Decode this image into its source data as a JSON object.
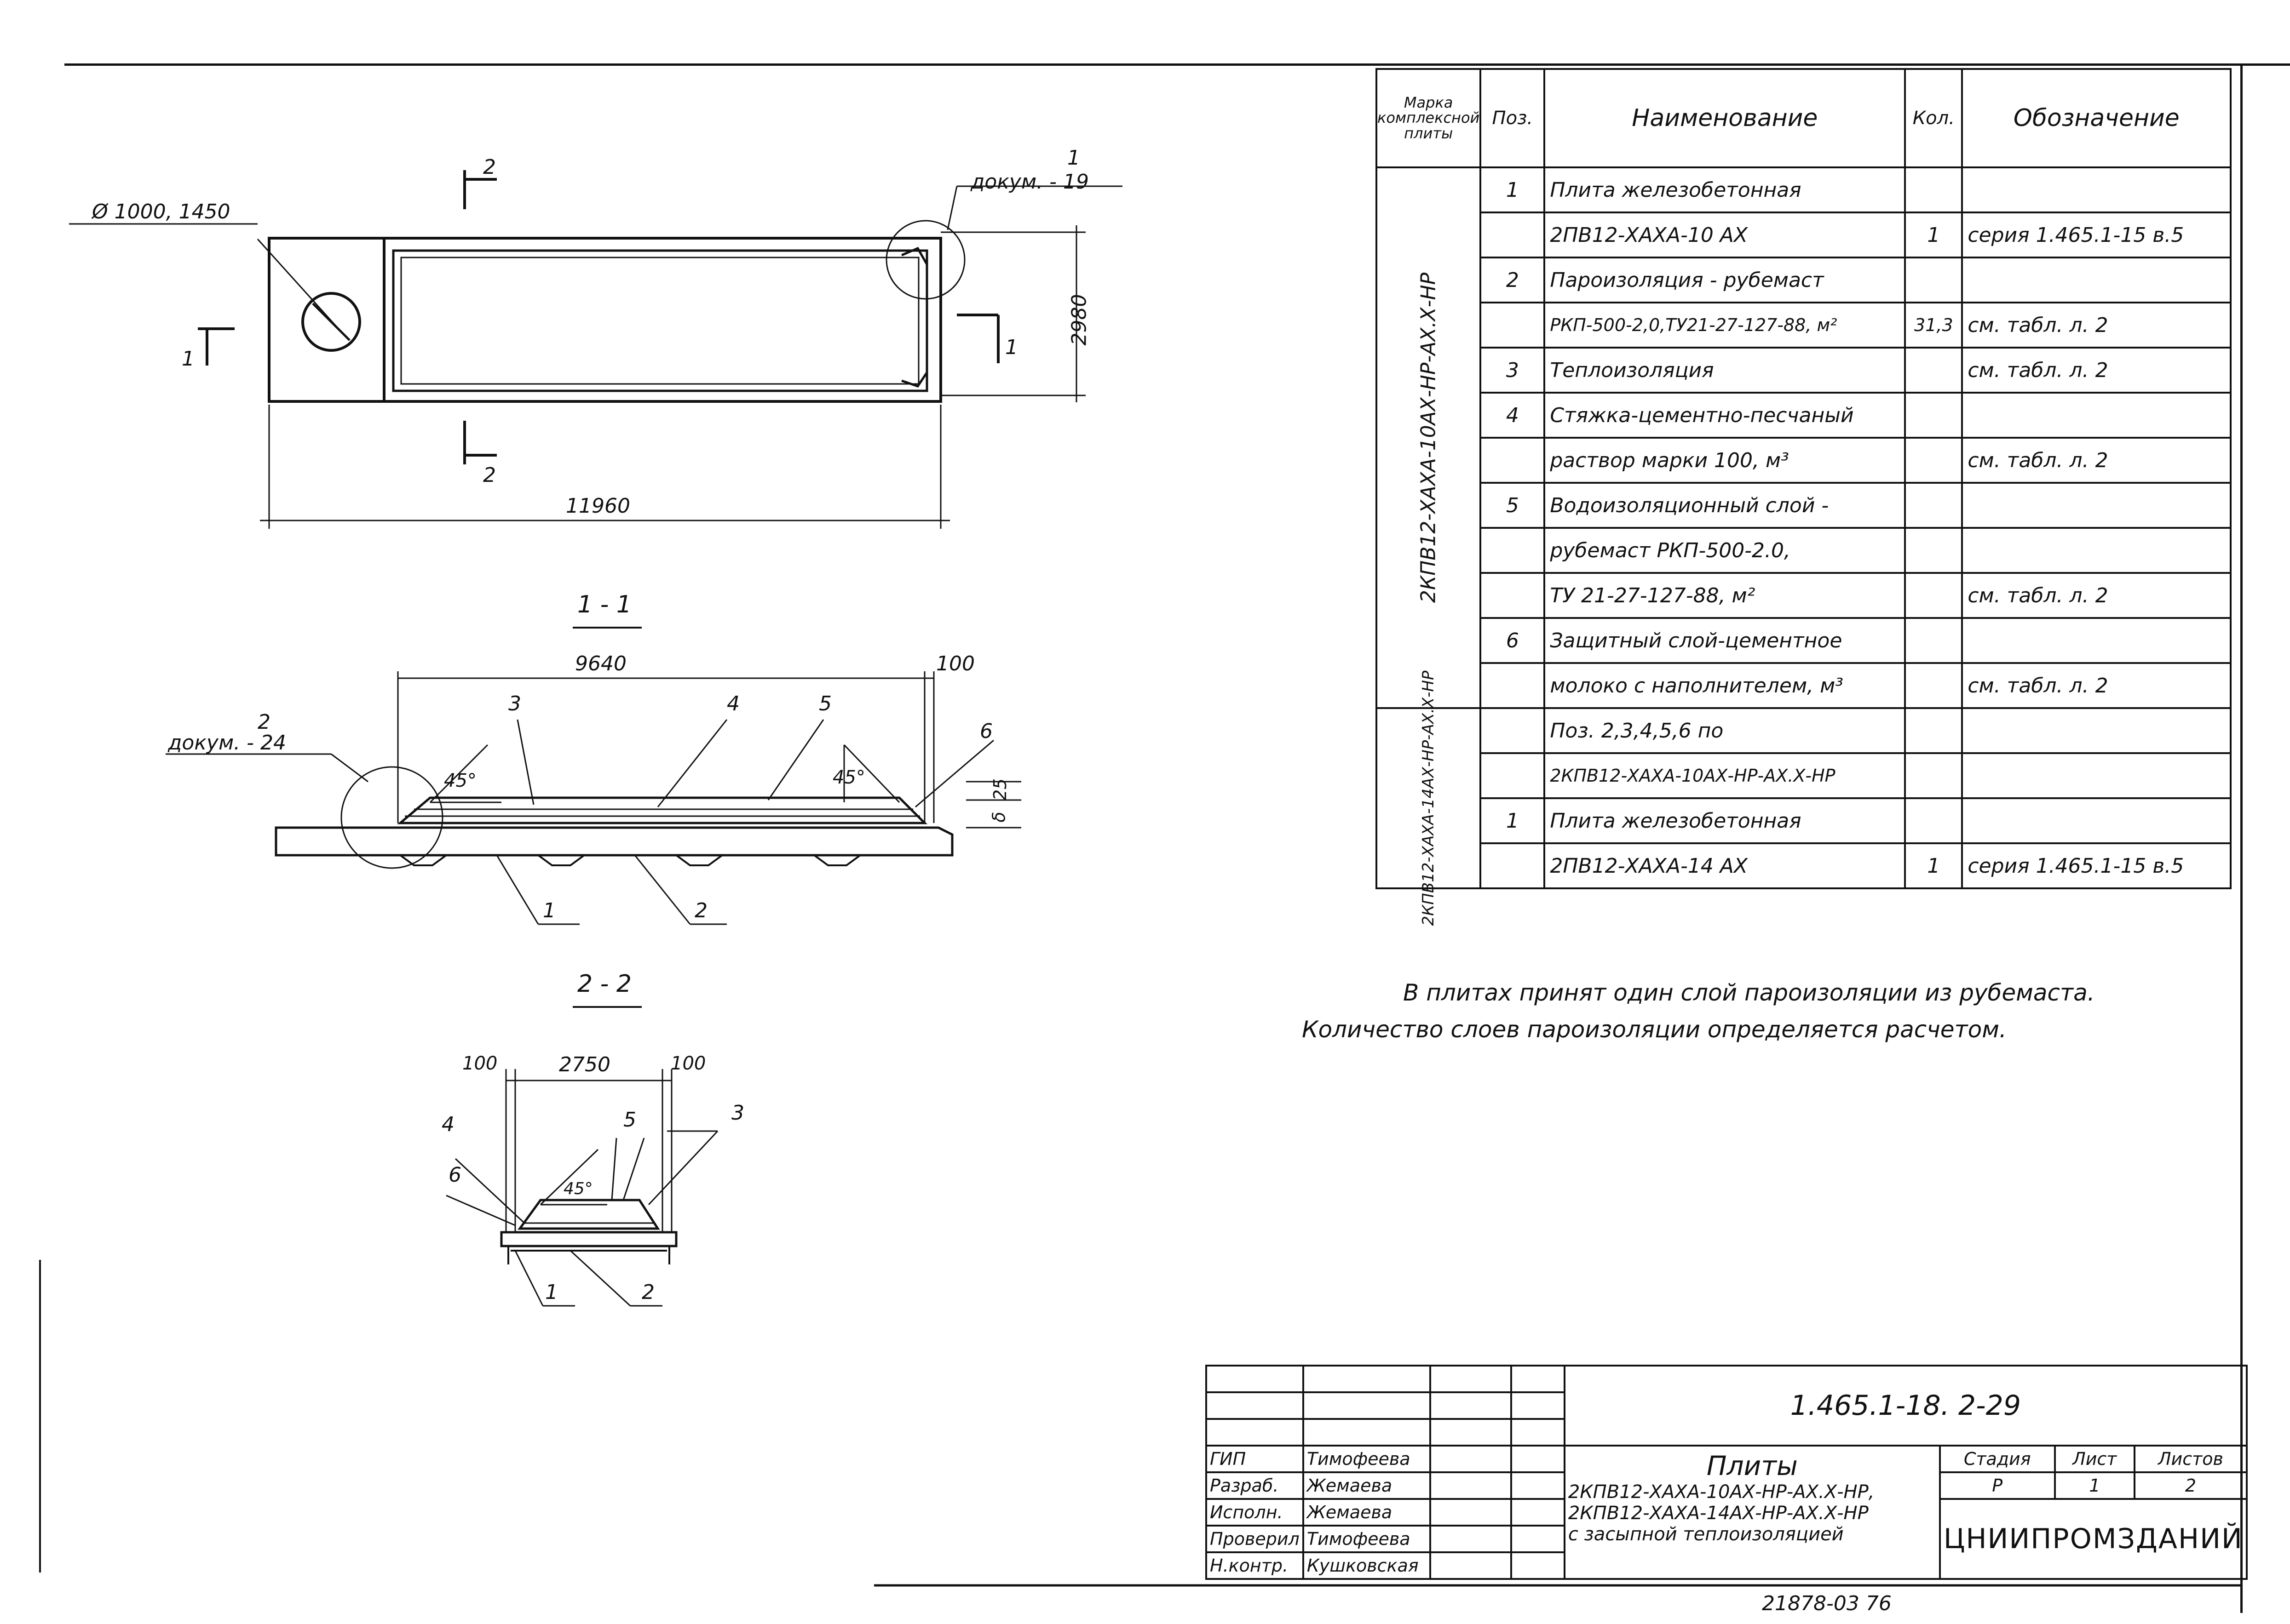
{
  "plan": {
    "diameter_label": "Ø 1000, 1450",
    "callout_1_num": "1",
    "callout_1_doc": "докум. - 19",
    "section_2_top": "2",
    "section_2_bottom": "2",
    "section_1_left": "1",
    "section_1_right": "1",
    "width_dim": "2980",
    "length_dim": "11960"
  },
  "section_1_1": {
    "title": "1 - 1",
    "dim_main": "9640",
    "dim_edge": "100",
    "callout_2_num": "2",
    "callout_2_doc": "докум. - 24",
    "angle_left": "45°",
    "angle_right": "45°",
    "pos_3": "3",
    "pos_4": "4",
    "pos_5": "5",
    "pos_6": "6",
    "pos_1": "1",
    "pos_2": "2",
    "thickness_a": "25",
    "thickness_b": "δ"
  },
  "section_2_2": {
    "title": "2 - 2",
    "dim_left": "100",
    "dim_main": "2750",
    "dim_right": "100",
    "angle": "45°",
    "pos_4": "4",
    "pos_6": "6",
    "pos_5": "5",
    "pos_3": "3",
    "pos_1": "1",
    "pos_2": "2"
  },
  "spec_table": {
    "headers": {
      "mark": "Марка комплексной плиты",
      "pos": "Поз.",
      "name": "Наименование",
      "qty": "Кол.",
      "designation": "Обозначение"
    },
    "mark_1": "2КПВ12-ХАХА-10АХ-НР-АХ.Х-НР",
    "mark_2": "2КПВ12-ХАХА-14АХ-НР-АХ.Х-НР",
    "rows": [
      {
        "pos": "1",
        "name": "Плита железобетонная",
        "qty": "",
        "des": ""
      },
      {
        "pos": "",
        "name": "2ПВ12-ХАХА-10 АХ",
        "qty": "1",
        "des": "серия 1.465.1-15 в.5"
      },
      {
        "pos": "2",
        "name": "Пароизоляция - рубемаст",
        "qty": "",
        "des": ""
      },
      {
        "pos": "",
        "name": "РКП-500-2,0,ТУ21-27-127-88,  м²",
        "qty": "31,3",
        "des": "см. табл. л. 2"
      },
      {
        "pos": "3",
        "name": "Теплоизоляция",
        "qty": "",
        "des": "см. табл. л. 2"
      },
      {
        "pos": "4",
        "name": "Стяжка-цементно-песчаный",
        "qty": "",
        "des": ""
      },
      {
        "pos": "",
        "name": "раствор марки 100,      м³",
        "qty": "",
        "des": "см. табл. л. 2"
      },
      {
        "pos": "5",
        "name": "Водоизоляционный слой -",
        "qty": "",
        "des": ""
      },
      {
        "pos": "",
        "name": "рубемаст РКП-500-2.0,",
        "qty": "",
        "des": ""
      },
      {
        "pos": "",
        "name": "ТУ 21-27-127-88,          м²",
        "qty": "",
        "des": "см. табл. л. 2"
      },
      {
        "pos": "6",
        "name": "Защитный слой-цементное",
        "qty": "",
        "des": ""
      },
      {
        "pos": "",
        "name": "молоко с наполнителем,  м³",
        "qty": "",
        "des": "см. табл. л. 2"
      },
      {
        "pos": "",
        "name": "Поз. 2,3,4,5,6 по",
        "qty": "",
        "des": ""
      },
      {
        "pos": "",
        "name": "2КПВ12-ХАХА-10АХ-НР-АХ.Х-НР",
        "qty": "",
        "des": ""
      },
      {
        "pos": "1",
        "name": "Плита железобетонная",
        "qty": "",
        "des": ""
      },
      {
        "pos": "",
        "name": "2ПВ12-ХАХА-14 АХ",
        "qty": "1",
        "des": "серия 1.465.1-15 в.5"
      }
    ]
  },
  "note": {
    "line1": "В плитах принят один слой пароизоляции из рубемаста.",
    "line2": "Количество слоев пароизоляции определяется расчетом."
  },
  "title_block": {
    "doc_number": "1.465.1-18. 2-29",
    "roles": [
      {
        "role": "ГИП",
        "name": "Тимофеева"
      },
      {
        "role": "Разраб.",
        "name": "Жемаева"
      },
      {
        "role": "Исполн.",
        "name": "Жемаева"
      },
      {
        "role": "Проверил",
        "name": "Тимофеева"
      },
      {
        "role": "Н.контр.",
        "name": "Кушковская"
      }
    ],
    "title": "Плиты",
    "desc_1": "2КПВ12-ХАХА-10АХ-НР-АХ.Х-НР,",
    "desc_2": "2КПВ12-ХАХА-14АХ-НР-АХ.Х-НР",
    "desc_3": "с засыпной теплоизоляцией",
    "stage_label": "Стадия",
    "sheet_label": "Лист",
    "sheets_label": "Листов",
    "stage": "Р",
    "sheet": "1",
    "sheets": "2",
    "org": "ЦНИИПРОМЗДАНИЙ",
    "footer_code": "21878-03    76"
  }
}
